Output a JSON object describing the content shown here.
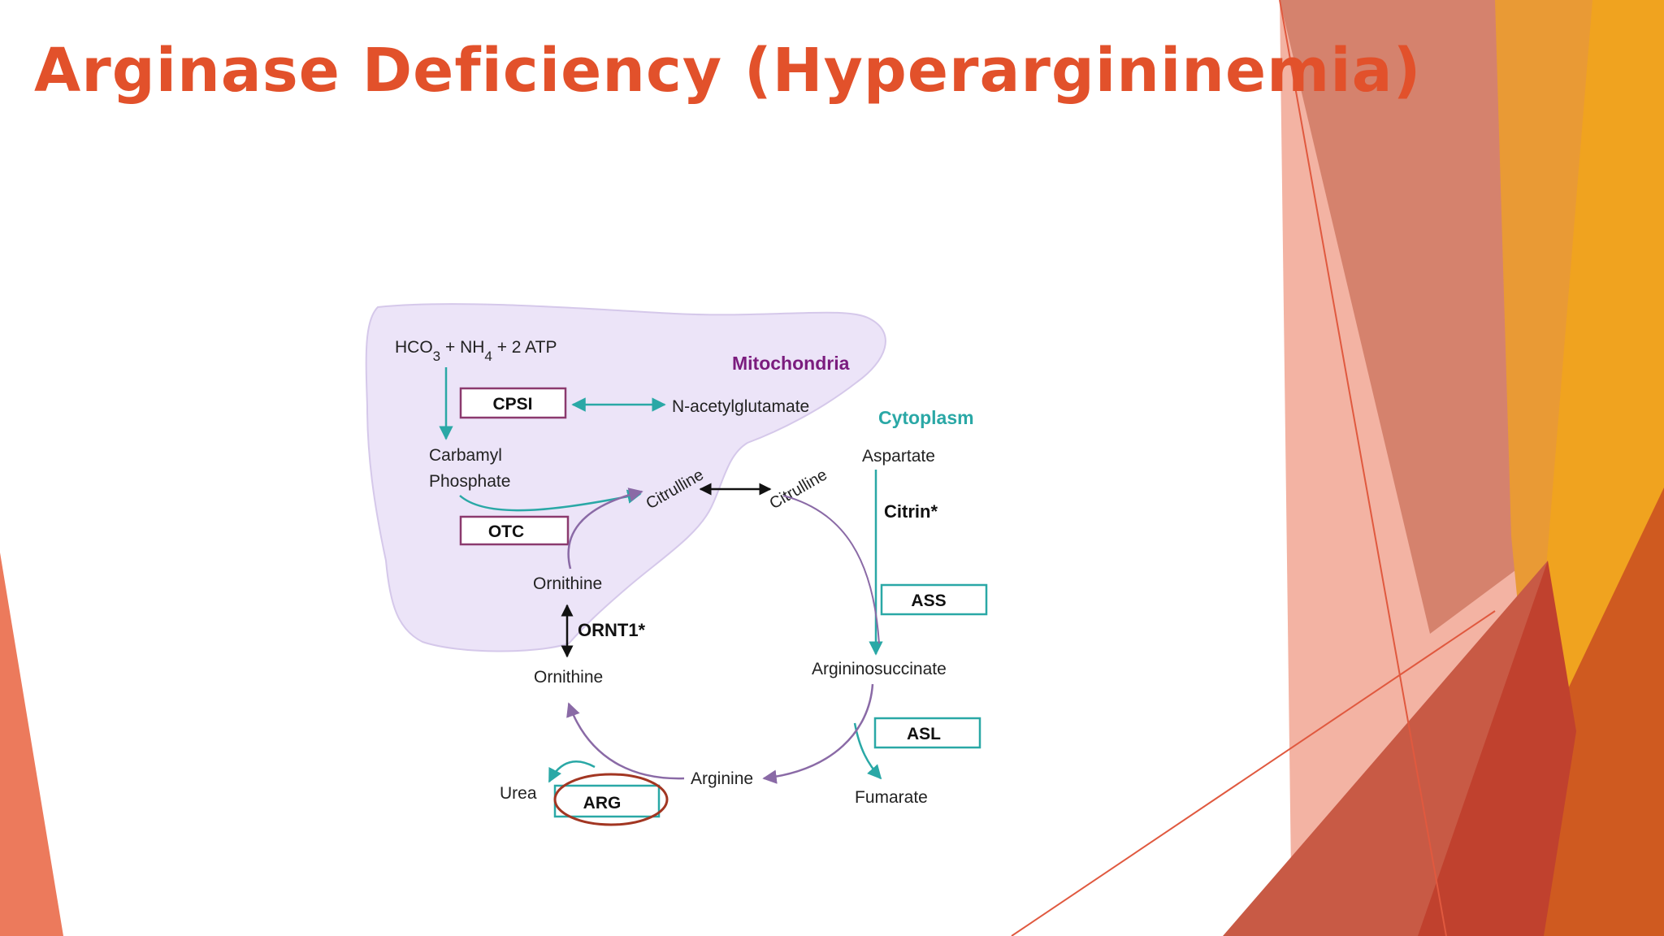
{
  "slide": {
    "title": "Arginase Deficiency (Hyperargininemia)"
  },
  "colors": {
    "title": "#e2512b",
    "mitochondria_fill": "#ece4f8",
    "mitochondria_label": "#7b1c7e",
    "cytoplasm_label": "#2aa8a6",
    "teal_arrow": "#2aa8a6",
    "purple_arrow": "#8a6aa6",
    "highlight_ring": "#a23622"
  },
  "diagram": {
    "reactants": {
      "hco": "HCO",
      "hco_sub": "3",
      "plus_nh": " + NH",
      "nh_sub": "4",
      "plus_atp": " + 2 ATP"
    },
    "compartments": {
      "mitochondria": "Mitochondria",
      "cytoplasm": "Cytoplasm"
    },
    "enzymes": {
      "cpsi": "CPSI",
      "otc": "OTC",
      "ass": "ASS",
      "asl": "ASL",
      "arg": "ARG"
    },
    "transporters": {
      "citrin": "Citrin*",
      "ornt1": "ORNT1*"
    },
    "metabolites": {
      "n_acetylglutamate": "N-acetylglutamate",
      "carbamyl": "Carbamyl",
      "phosphate": "Phosphate",
      "citrulline_mito": "Citrulline",
      "citrulline_cyto": "Citrulline",
      "aspartate": "Aspartate",
      "ornithine_mito": "Ornithine",
      "ornithine_cyto": "Ornithine",
      "argininosuccinate": "Argininosuccinate",
      "arginine": "Arginine",
      "fumarate": "Fumarate",
      "urea": "Urea"
    }
  }
}
